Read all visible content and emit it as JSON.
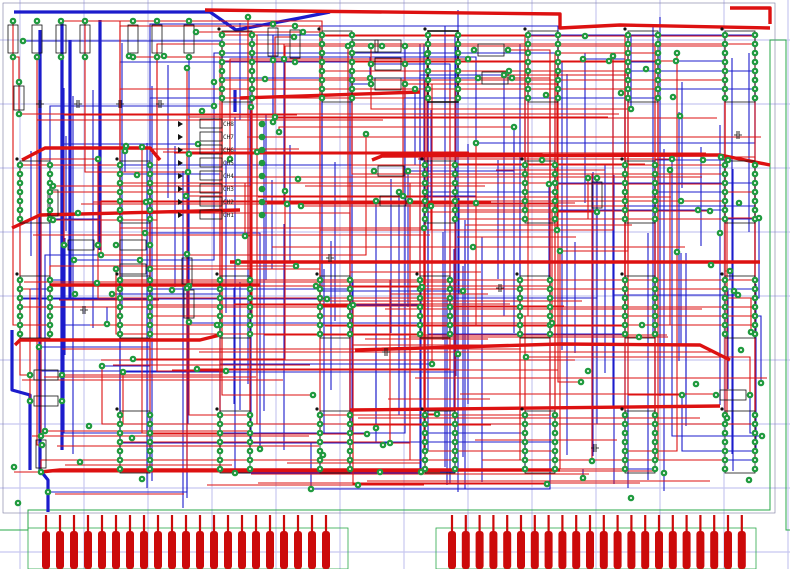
{
  "board": {
    "led_labels": [
      "CH8",
      "CH7",
      "CH6",
      "CH5",
      "CH4",
      "CH3",
      "CH2",
      "CH1"
    ]
  },
  "colors": {
    "background": "#ffffff",
    "grid": "#c8c8f0",
    "top_trace": "#dd1111",
    "bottom_trace": "#1c1ccc",
    "pad": "#1f9a3e",
    "pad_hole": "#e6f3e6",
    "finger": "#cc0a0a",
    "component_outline": "#111111"
  }
}
